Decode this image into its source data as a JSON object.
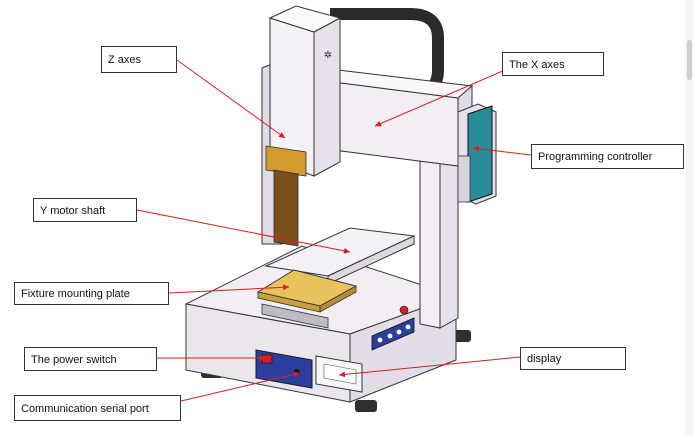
{
  "labels": {
    "z_axes": "Z axes",
    "x_axes": "The X axes",
    "programming_controller": "Programming controller",
    "y_motor_shaft": "Y motor shaft",
    "fixture_mounting_plate": "Fixture mounting plate",
    "power_switch": "The power switch",
    "display": "display",
    "communication_serial_port": "Communication serial port"
  },
  "colors": {
    "leader_line": "#d42020",
    "frame": "#f2eef4",
    "outline": "#333333",
    "fixture_plate": "#e8c25a",
    "z_plate": "#d59a2e",
    "controller": "#2a8c9a",
    "panel_blue": "#2c3f9e",
    "cable_chain": "#2a2a2a"
  }
}
